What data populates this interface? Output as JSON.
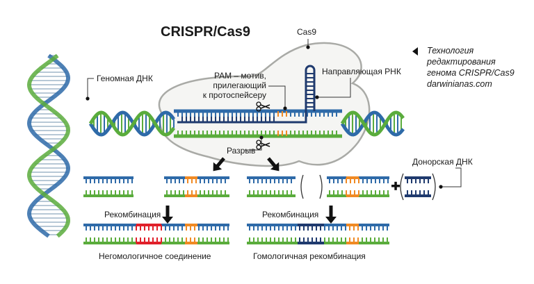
{
  "title": "CRISPR/Cas9",
  "credit": {
    "lines": [
      "Технология",
      "редактирования",
      "генома CRISPR/Cas9",
      "darwinianas.com"
    ]
  },
  "labels": {
    "genomic_dna": "Геномная ДНК",
    "cas9": "Cas9",
    "pam_lines": [
      "PAM – мотив,",
      "прилегающий",
      "к протоспейсеру"
    ],
    "guide_rna": "Направляющая РНК",
    "cut": "Разрыв",
    "donor_dna": "Донорская ДНК",
    "recombination_left": "Рекомбинация",
    "recombination_right": "Рекомбинация",
    "nhej": "Негомологичное соединение",
    "hdr": "Гомологичная рекомбинация"
  },
  "colors": {
    "blue_strand": "#2e6aa8",
    "green_strand": "#5aac3c",
    "pam": "#f08a24",
    "insert_nhej": "#e0202a",
    "insert_donor": "#1f3a6e",
    "rna": "#1f3a6e",
    "cas9_fill": "#f5f5f3",
    "cas9_stroke": "#a9aaa6"
  },
  "icons": [
    "scissors-icon",
    "scissors-icon",
    "arrow-down-icon",
    "plus-icon",
    "bracket-icon",
    "triangle-pointer-icon"
  ]
}
